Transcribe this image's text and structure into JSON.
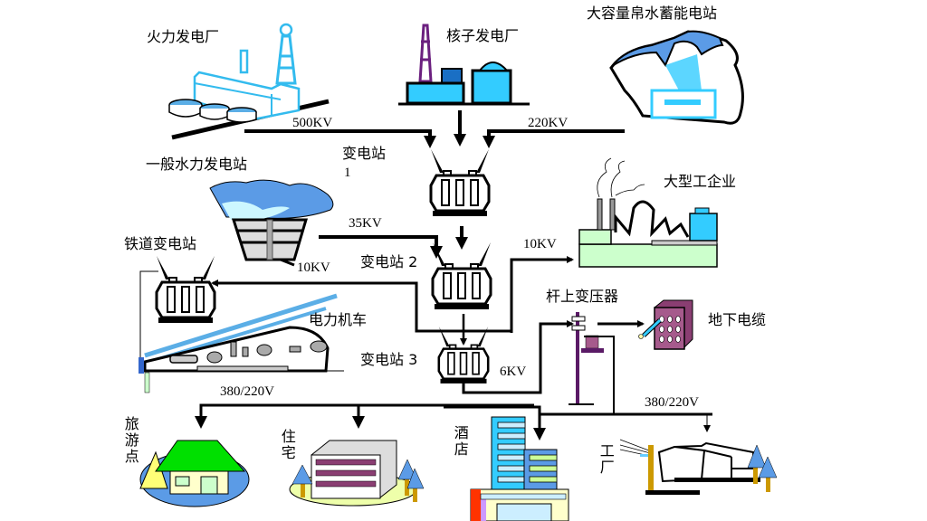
{
  "title": "电力系统示意图",
  "plants": {
    "thermal": "火力发电厂",
    "nuclear": "核子发电厂",
    "pumped_storage": "大容量帛水蓄能电站",
    "hydro": "一般水力发电站"
  },
  "substations": {
    "s1": "变电站",
    "s1_num": "1",
    "s2": "变电站 2",
    "s3": "变电站 3",
    "railway": "铁道变电站",
    "pole_transformer": "杆上变压器"
  },
  "consumers": {
    "industry": "大型工企业",
    "locomotive": "电力机车",
    "underground_cable": "地下电缆",
    "tourist": "旅游点",
    "residence": "住宅",
    "hotel": "酒店",
    "factory": "工厂"
  },
  "voltages": {
    "v500": "500KV",
    "v220": "220KV",
    "v35": "35KV",
    "v10_hydro": "10KV",
    "v10_industry": "10KV",
    "v6": "6KV",
    "v380_left": "380/220V",
    "v380_right": "380/220V"
  },
  "colors": {
    "line": "#000000",
    "sky_blue": "#33ccff",
    "water_blue": "#5b9be6",
    "nuclear_tower": "#6b1f7f",
    "pole": "#5a1a66",
    "cable_box": "#a65a8c",
    "industry_green": "#ccffcc",
    "roof_green": "#00e000"
  }
}
